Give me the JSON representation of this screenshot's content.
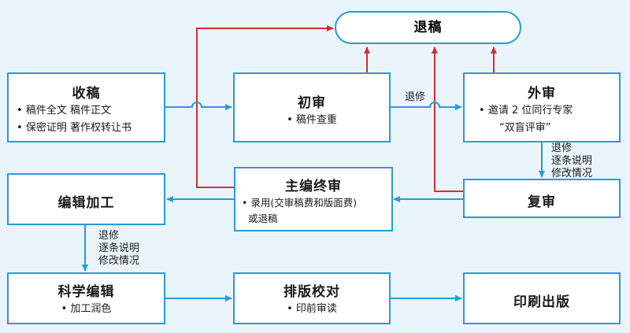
{
  "reject": "退稿",
  "receive": {
    "title": "收稿",
    "items": [
      "稿件全文  稿件正文",
      "保密证明  著作权转让书"
    ]
  },
  "initial": {
    "title": "初审",
    "items": [
      "稿件查重"
    ]
  },
  "external": {
    "title": "外审",
    "items": [
      "邀请 2 位同行专家",
      "“双盲评审”"
    ]
  },
  "chief": {
    "title": "主编终审",
    "items": [
      "录用(交审稿费和版面费)",
      "或退稿"
    ]
  },
  "edit": {
    "title": "编辑加工"
  },
  "recheck": {
    "title": "复审"
  },
  "sci": {
    "title": "科学编辑",
    "items": [
      "加工润色"
    ]
  },
  "typeset": {
    "title": "排版校对",
    "items": [
      "印前审读"
    ]
  },
  "publish": {
    "title": "印刷出版"
  },
  "labels": {
    "revise_mid": "退修",
    "revise_ext": [
      "退修",
      "逐条说明",
      "修改情况"
    ],
    "revise_edit": [
      "退修",
      "逐条说明",
      "修改情况"
    ]
  },
  "colors": {
    "accent": "#2a9ad8",
    "return_path": "#d32f2f",
    "background": "#eaf4fb"
  }
}
